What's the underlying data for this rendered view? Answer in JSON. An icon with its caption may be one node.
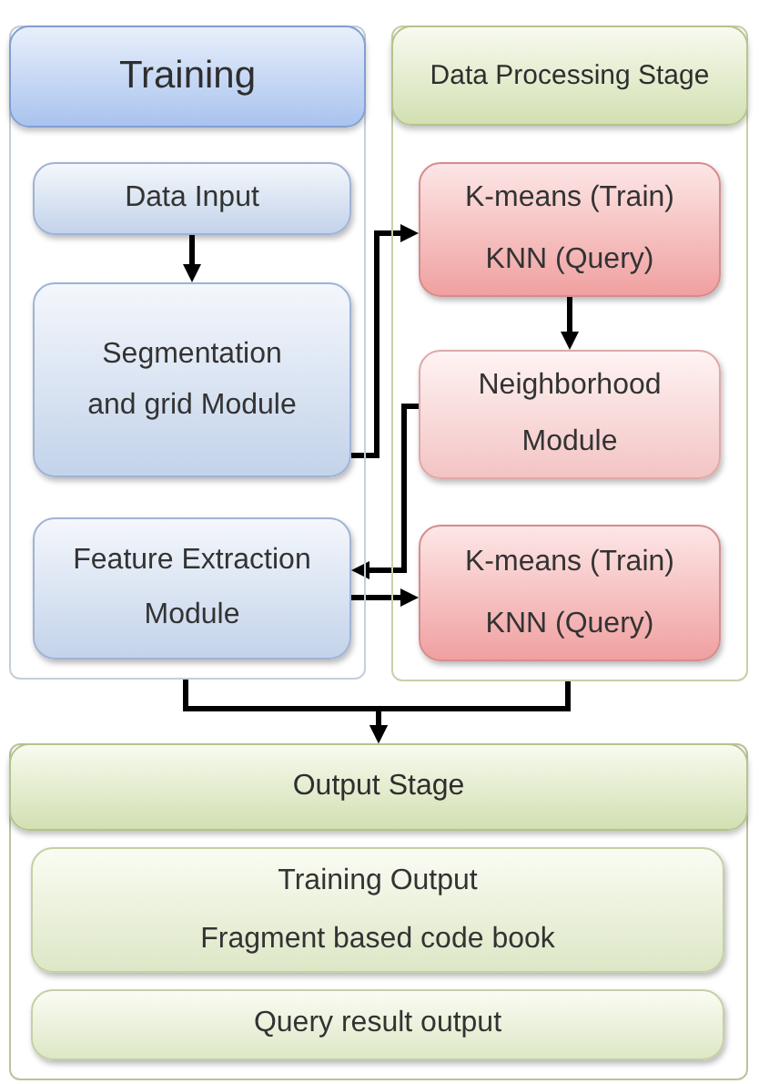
{
  "diagram": {
    "nodes": [
      {
        "text": [
          "Training"
        ]
      },
      {
        "text": [
          "Data Input"
        ],
        "in": 0
      },
      {
        "text": [
          "Segmentation and grid Module"
        ],
        "in": 0
      },
      {
        "text": [
          "Feature Extraction Module"
        ],
        "in": 0
      },
      {
        "text": [
          "Data Processing Stage"
        ]
      },
      {
        "text": [
          "K-means (Train)",
          "KNN (Query)"
        ],
        "in": 4
      },
      {
        "text": [
          "Neighborhood Module"
        ],
        "in": 4
      },
      {
        "text": [
          "K-means (Train)",
          "KNN (Query)"
        ],
        "in": 4
      },
      {
        "text": [
          "Output Stage"
        ]
      },
      {
        "text": [
          "Training Output",
          "Fragment based code book"
        ],
        "in": 8
      },
      {
        "text": [
          "Query result output"
        ],
        "in": 8
      }
    ],
    "edges": [
      {
        "from": 1,
        "to": 2,
        "arrow": "to"
      },
      {
        "from": 2,
        "to": 5,
        "arrow": "to"
      },
      {
        "from": 5,
        "to": 6,
        "arrow": "to"
      },
      {
        "from": 6,
        "to": 3,
        "arrow": "to"
      },
      {
        "from": 3,
        "to": 7,
        "arrow": "to"
      },
      {
        "from": 0,
        "to": 8,
        "arrow": "to"
      },
      {
        "from": 4,
        "to": 8,
        "arrow": "to"
      }
    ]
  }
}
